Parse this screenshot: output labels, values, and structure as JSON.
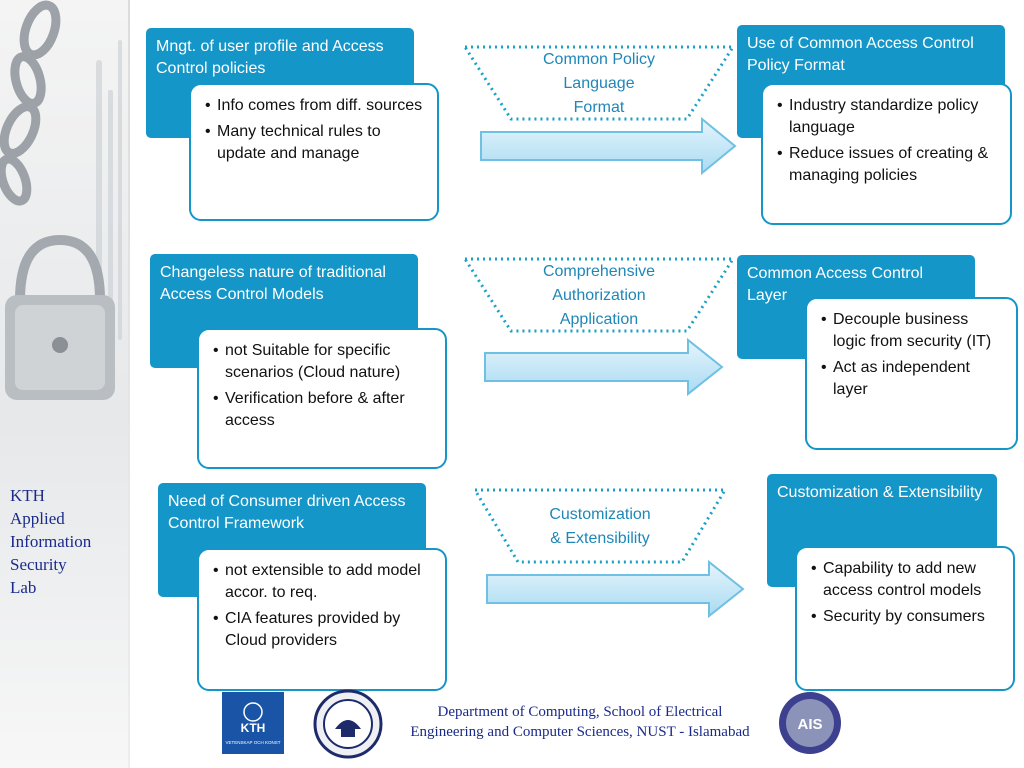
{
  "sidebar": {
    "lab_name": "KTH\nApplied\nInformation\nSecurity\nLab"
  },
  "rows": [
    {
      "problem_header": "Mngt. of user profile and Access Control policies",
      "problem_points": [
        "Info comes from diff. sources",
        "Many technical rules to update and manage"
      ],
      "connector_label": "Common Policy\nLanguage\nFormat",
      "solution_header": "Use of Common Access Control Policy Format",
      "solution_points": [
        "Industry standardize policy language",
        "Reduce issues of creating & managing policies"
      ]
    },
    {
      "problem_header": "Changeless nature of traditional Access Control Models",
      "problem_points": [
        "not Suitable for specific scenarios (Cloud nature)",
        "Verification before & after access"
      ],
      "connector_label": "Comprehensive\nAuthorization\nApplication",
      "solution_header": "Common Access Control Layer",
      "solution_points": [
        "Decouple business logic from security (IT)",
        "Act as independent layer"
      ]
    },
    {
      "problem_header": "Need of Consumer driven Access Control Framework",
      "problem_points": [
        "not extensible to add model accor. to req.",
        "CIA features provided by Cloud providers"
      ],
      "connector_label": "Customization\n& Extensibility",
      "solution_header": "Customization & Extensibility",
      "solution_points": [
        "Capability to add new access control models",
        "Security by consumers"
      ]
    }
  ],
  "footer": {
    "department": "Department of Computing, School of Electrical Engineering and Computer Sciences, NUST - Islamabad",
    "kth_logo_text": "KTH",
    "kth_logo_subtext": "VETENSKAP OCH KONST",
    "ais_logo_text": "AIS"
  },
  "colors": {
    "header_fill": "#1596c8",
    "accent_text": "#1e87b8",
    "footer_text": "#1a2a8a",
    "arrow_fill": "#bfe3f5"
  }
}
